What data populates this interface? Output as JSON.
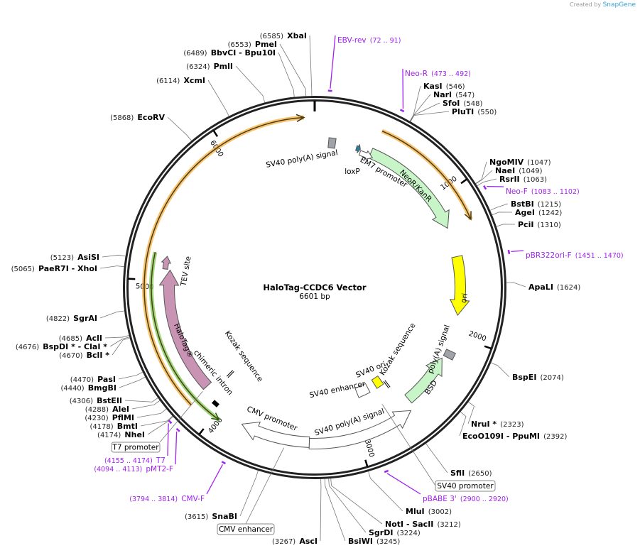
{
  "credit": {
    "prefix": "Created by",
    "brand": "SnapGene"
  },
  "plasmid": {
    "name": "HaloTag-CCDC6 Vector",
    "length_label": "6601 bp",
    "length": 6601
  },
  "ticks": [
    "1000",
    "2000",
    "3000",
    "4000",
    "5000",
    "6000"
  ],
  "colors": {
    "backbone": "#222222",
    "primer": "#a020f0",
    "orf": "#f5b041",
    "neo": "#c8f5c8",
    "ori": "#ffff00",
    "halotag": "#c994b4",
    "green_orf": "#7ec850",
    "gray_box": "#a0a4aa"
  },
  "features": [
    {
      "label": "NeoR/KanR",
      "start": 415,
      "end": 1210,
      "direction": "cw",
      "type": "arrow",
      "color": "#c8f5c8"
    },
    {
      "label": "ori",
      "start": 1425,
      "end": 1852,
      "direction": "cw",
      "type": "arrow",
      "color": "#ffff00"
    },
    {
      "label": "BSD",
      "start": 2182,
      "end": 2567,
      "direction": "ccw",
      "type": "arrow",
      "color": "#c8f5c8"
    },
    {
      "label": "poly(A) signal",
      "start": 2110,
      "end": 2160,
      "direction": "none",
      "type": "box",
      "color": "#a0a4aa"
    },
    {
      "label": "SV40 poly(A) signal",
      "start": 2604,
      "end": 3337,
      "direction": "ccw",
      "type": "arrow",
      "color": "#ffffff"
    },
    {
      "label": "CMV promoter",
      "start": 3337,
      "end": 3815,
      "direction": "cw",
      "type": "arrow",
      "color": "#ffffff"
    },
    {
      "label": "chimeric intron",
      "start": 4020,
      "end": 4065,
      "direction": "none",
      "type": "bar",
      "color": "#000000"
    },
    {
      "label": "HaloTag®",
      "start": 4171,
      "end": 5077,
      "direction": "cw",
      "type": "arrow",
      "color": "#c994b4"
    },
    {
      "label": "TEV site",
      "start": 5080,
      "end": 5170,
      "direction": "cw",
      "type": "small",
      "color": "#c994b4"
    },
    {
      "label": "SV40 poly(A) signal",
      "start": 100,
      "end": 150,
      "direction": "none",
      "type": "box",
      "color": "#a0a4aa"
    },
    {
      "label": "loxP",
      "start": 305,
      "end": 335,
      "direction": "cw",
      "type": "small",
      "color": "#2a7ea0"
    },
    {
      "label": "EM7 promoter",
      "start": 340,
      "end": 440,
      "direction": "cw",
      "type": "small",
      "color": "#ffffff"
    },
    {
      "label": "SV40 ori",
      "start": 2650,
      "end": 2720,
      "direction": "none",
      "type": "box",
      "color": "#ffff00"
    },
    {
      "label": "SV40 enhancer",
      "start": 2790,
      "end": 2900,
      "direction": "none",
      "type": "box",
      "color": "#ffffff"
    },
    {
      "label": "Kozak sequence",
      "start": 2620,
      "end": 2630,
      "direction": "none",
      "type": "tick",
      "color": "#000000"
    },
    {
      "label": "Kozak sequence",
      "start": 4105,
      "end": 4115,
      "direction": "none",
      "type": "tick",
      "color": "#000000"
    }
  ],
  "orfs": [
    {
      "start": 427,
      "end": 1218,
      "direction": "cw",
      "color": "#f5b041"
    },
    {
      "start": 4151,
      "end": 6535,
      "direction": "cw",
      "color": "#f5b041"
    },
    {
      "start": 3957,
      "end": 5180,
      "direction": "ccw",
      "color": "#7ec850"
    }
  ],
  "primers": [
    {
      "name": "EBV-rev",
      "range": "(72 .. 91)",
      "pos": 82
    },
    {
      "name": "Neo-R",
      "range": "(473 .. 492)",
      "pos": 482
    },
    {
      "name": "Neo-F",
      "range": "(1083 .. 1102)",
      "pos": 1092
    },
    {
      "name": "pBR322ori-F",
      "range": "(1451 .. 1470)",
      "pos": 1460
    },
    {
      "name": "pBABE 3'",
      "range": "(2900 .. 2920)",
      "pos": 2910
    },
    {
      "name": "CMV-F",
      "range": "(3794 .. 3814)",
      "pos": 3804
    },
    {
      "name": "pMT2-F",
      "range": "(4094 .. 4113)",
      "pos": 4103
    },
    {
      "name": "T7",
      "range": "(4155 .. 4174)",
      "pos": 4164
    }
  ],
  "boxed_labels": [
    {
      "text": "T7 promoter",
      "pos": 4165
    },
    {
      "text": "SV40 promoter",
      "pos": 2750
    },
    {
      "text": "CMV enhancer",
      "pos": 3500
    }
  ],
  "enzymes": [
    {
      "name": "XbaI",
      "pos": "6585"
    },
    {
      "name": "PmeI",
      "pos": "6553"
    },
    {
      "name": "BbvCI   - Bpu10I",
      "pos": "6489"
    },
    {
      "name": "PmlI",
      "pos": "6324"
    },
    {
      "name": "XcmI",
      "pos": "6114"
    },
    {
      "name": "EcoRV",
      "pos": "5868"
    },
    {
      "name": "KasI",
      "pos": "546"
    },
    {
      "name": "NarI",
      "pos": "547"
    },
    {
      "name": "SfoI",
      "pos": "548"
    },
    {
      "name": "PluTI",
      "pos": "550"
    },
    {
      "name": "NgoMIV",
      "pos": "1047"
    },
    {
      "name": "NaeI",
      "pos": "1049"
    },
    {
      "name": "RsrII",
      "pos": "1063"
    },
    {
      "name": "BstBI",
      "pos": "1215"
    },
    {
      "name": "AgeI",
      "pos": "1242"
    },
    {
      "name": "PciI",
      "pos": "1310"
    },
    {
      "name": "ApaLI",
      "pos": "1624"
    },
    {
      "name": "BspEI",
      "pos": "2074"
    },
    {
      "name": "NruI *",
      "pos": "2323"
    },
    {
      "name": "EcoO109I   - PpuMI",
      "pos": "2392"
    },
    {
      "name": "SfiI",
      "pos": "2650"
    },
    {
      "name": "MluI",
      "pos": "3002"
    },
    {
      "name": "NotI   - SacII",
      "pos": "3212"
    },
    {
      "name": "SgrDI",
      "pos": "3224"
    },
    {
      "name": "BsiWI",
      "pos": "3245"
    },
    {
      "name": "AscI",
      "pos": "3267"
    },
    {
      "name": "SnaBI",
      "pos": "3615"
    },
    {
      "name": "NheI",
      "pos": "4174"
    },
    {
      "name": "BmtI",
      "pos": "4178"
    },
    {
      "name": "PflMI",
      "pos": "4230"
    },
    {
      "name": "AleI",
      "pos": "4288"
    },
    {
      "name": "BstEII",
      "pos": "4306"
    },
    {
      "name": "BmgBI",
      "pos": "4440"
    },
    {
      "name": "PasI",
      "pos": "4470"
    },
    {
      "name": "BclI *",
      "pos": "4670"
    },
    {
      "name": "BspDI *  - ClaI *",
      "pos": "4676"
    },
    {
      "name": "AclI",
      "pos": "4685"
    },
    {
      "name": "SgrAI",
      "pos": "4822"
    },
    {
      "name": "PaeR7I   - XhoI",
      "pos": "5065"
    },
    {
      "name": "AsiSI",
      "pos": "5123"
    }
  ]
}
